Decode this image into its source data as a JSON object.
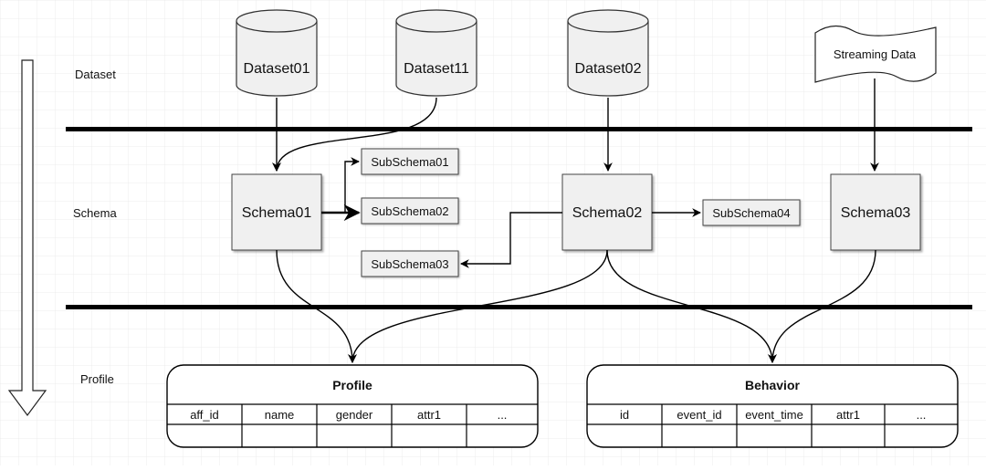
{
  "layers": {
    "dataset": "Dataset",
    "schema": "Schema",
    "profile": "Profile"
  },
  "datasets": {
    "d01": "Dataset01",
    "d11": "Dataset11",
    "d02": "Dataset02",
    "stream": "Streaming Data"
  },
  "schemas": {
    "s01": "Schema01",
    "s02": "Schema02",
    "s03": "Schema03"
  },
  "subschemas": {
    "ss01": "SubSchema01",
    "ss02": "SubSchema02",
    "ss03": "SubSchema03",
    "ss04": "SubSchema04"
  },
  "tables": {
    "profile": {
      "title": "Profile",
      "columns": [
        "aff_id",
        "name",
        "gender",
        "attr1",
        "..."
      ]
    },
    "behavior": {
      "title": "Behavior",
      "columns": [
        "id",
        "event_id",
        "event_time",
        "attr1",
        "..."
      ]
    }
  }
}
